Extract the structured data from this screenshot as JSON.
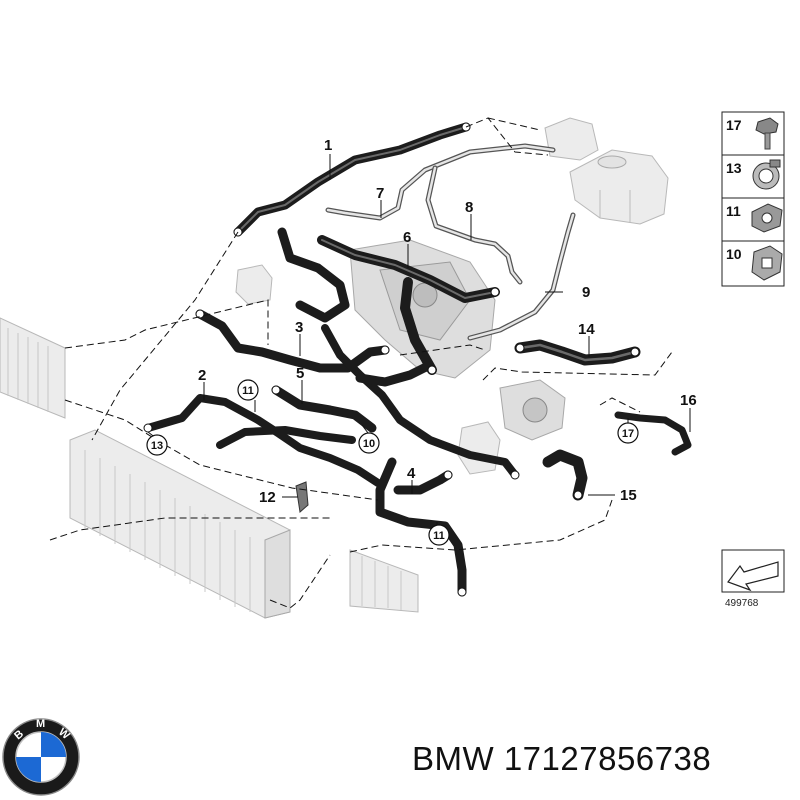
{
  "diagram": {
    "callouts": [
      "1",
      "2",
      "3",
      "4",
      "5",
      "6",
      "7",
      "8",
      "9",
      "12",
      "14",
      "15",
      "16"
    ],
    "circled_callouts": [
      "11",
      "13",
      "10",
      "11",
      "17"
    ],
    "legend": {
      "items": [
        {
          "number": "17",
          "part": "bolt"
        },
        {
          "number": "13",
          "part": "clamp"
        },
        {
          "number": "11",
          "part": "clip"
        },
        {
          "number": "10",
          "part": "clip"
        }
      ]
    },
    "reference_number": "499768"
  },
  "caption": {
    "brand": "BMW",
    "part_number": "17127856738"
  },
  "logo": {
    "colors": {
      "blue": "#1c69d4",
      "white": "#ffffff",
      "ring": "#1a1a1a"
    }
  }
}
